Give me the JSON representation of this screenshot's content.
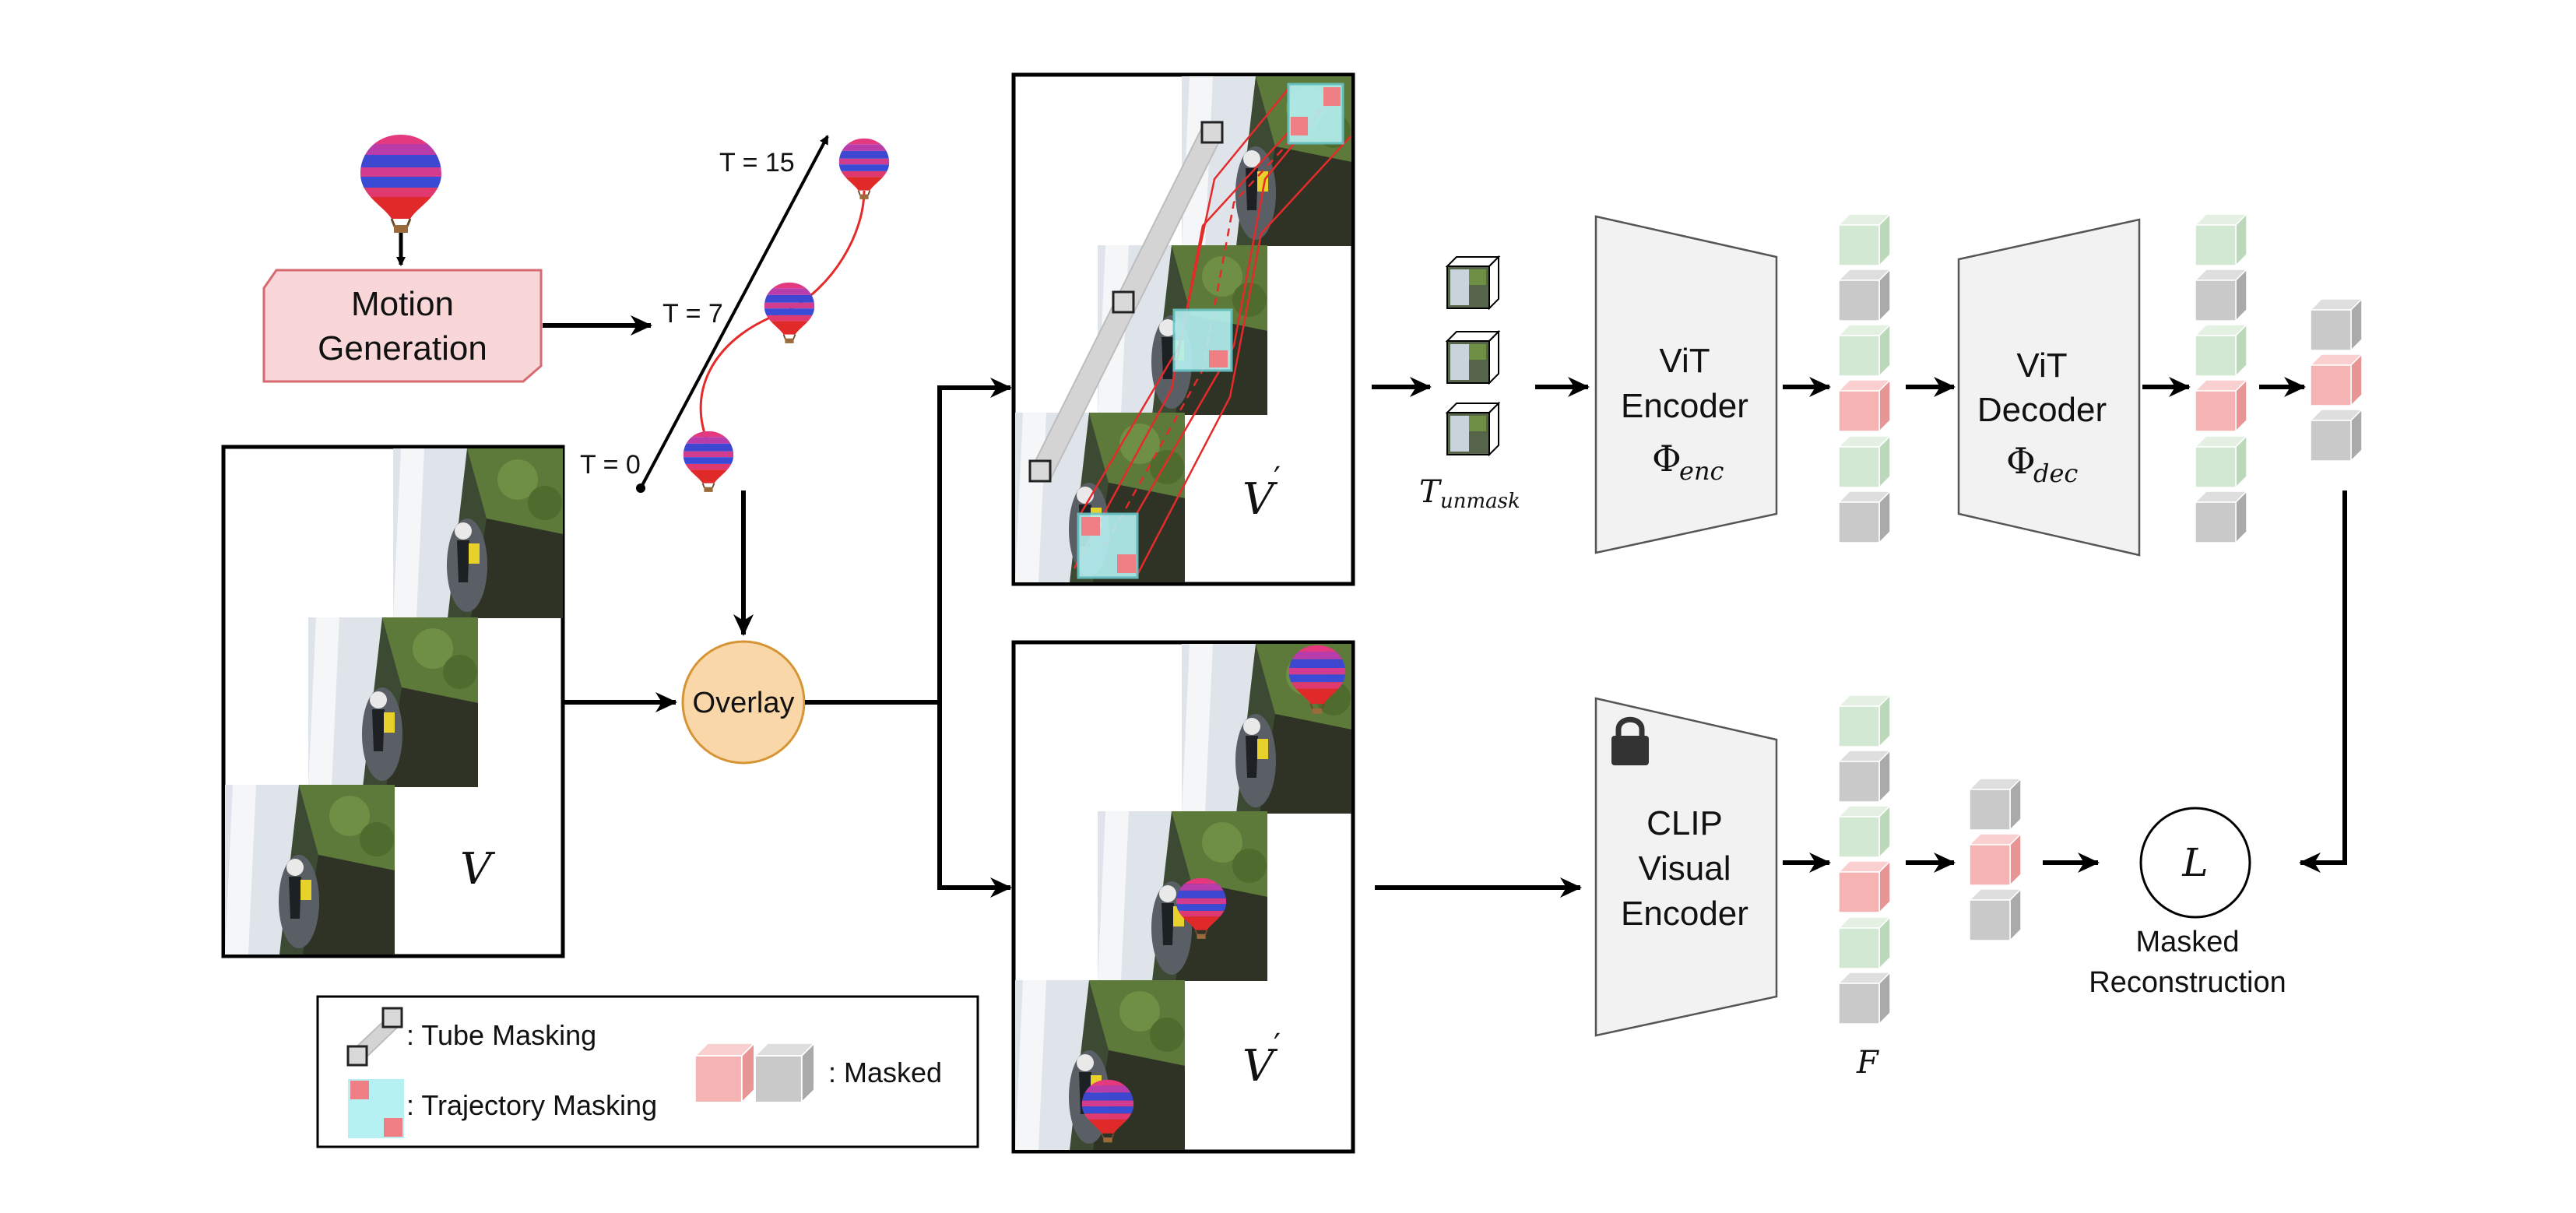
{
  "labels": {
    "motion_generation_line1": "Motion",
    "motion_generation_line2": "Generation",
    "t15": "T = 15",
    "t7": "T = 7",
    "t0": "T = 0",
    "overlay": "Overlay",
    "video_v": "V",
    "video_vprime_top": "V",
    "video_vprime_bottom": "V",
    "prime": "′",
    "tubelets_math": "T",
    "tubelets_sub": "unmask",
    "vit_encoder_line1": "ViT",
    "vit_encoder_line2": "Encoder",
    "vit_encoder_phi": "Φ",
    "vit_encoder_sub": "enc",
    "vit_decoder_line1": "ViT",
    "vit_decoder_line2": "Decoder",
    "vit_decoder_phi": "Φ",
    "vit_decoder_sub": "dec",
    "clip_line1": "CLIP",
    "clip_line2": "Visual",
    "clip_line3": "Encoder",
    "features": "F",
    "loss": "L",
    "loss_caption_line1": "Masked",
    "loss_caption_line2": "Reconstruction"
  },
  "legend": {
    "tube_masking": ": Tube Masking",
    "trajectory_masking": ": Trajectory Masking",
    "masked": ": Masked"
  },
  "colors": {
    "motion_box_fill": "#f9d7d8",
    "motion_box_stroke": "#d76a70",
    "overlay_fill": "#fad7a8",
    "overlay_stroke": "#d69434",
    "token_green": "#d3e8d2",
    "token_gray": "#c9c9c9",
    "token_red": "#f5b3b4",
    "encoder_fill": "#f2f2f2",
    "trajectory_cyan": "#b5f1f2",
    "trajectory_red": "#ef7f85"
  },
  "icons": {
    "balloon": "hot-air-balloon-icon",
    "lock": "lock-icon"
  }
}
